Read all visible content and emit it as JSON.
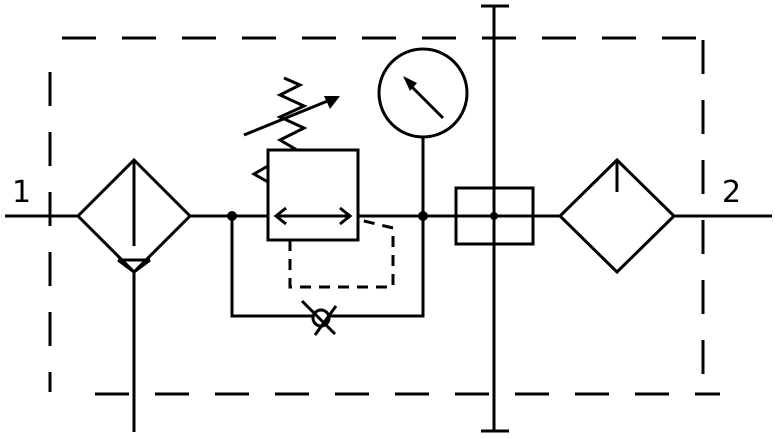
{
  "ports": {
    "inlet_label": "1",
    "outlet_label": "2"
  },
  "components": [
    {
      "name": "filter",
      "icon": "filter-with-drain-symbol"
    },
    {
      "name": "pressure-regulator",
      "icon": "adjustable-relief-regulator-symbol"
    },
    {
      "name": "pressure-gauge",
      "icon": "pressure-gauge-symbol"
    },
    {
      "name": "check-valve",
      "icon": "check-valve-symbol"
    },
    {
      "name": "mounting-block",
      "icon": "manifold-block-symbol"
    },
    {
      "name": "lubricator",
      "icon": "lubricator-symbol"
    }
  ],
  "colors": {
    "line": "#000000",
    "background": "#ffffff"
  }
}
